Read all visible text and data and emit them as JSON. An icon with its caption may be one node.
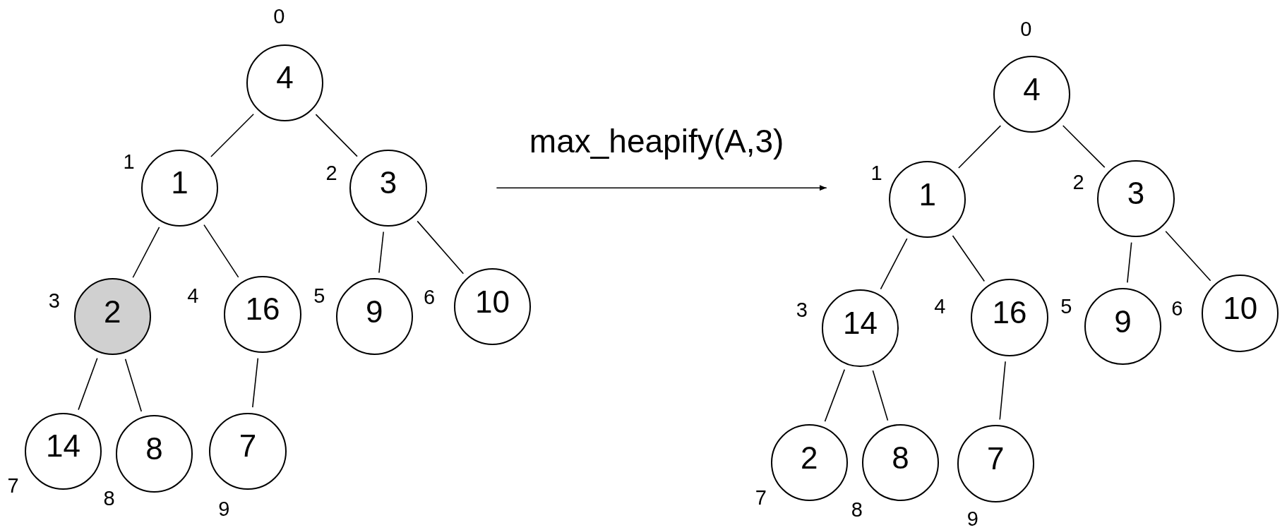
{
  "diagram": {
    "nodes": [
      {
        "text": [
          "4"
        ],
        "beside": [
          "0"
        ]
      },
      {
        "text": [
          "1"
        ],
        "beside": [
          "1"
        ]
      },
      {
        "text": [
          "3"
        ],
        "beside": [
          "2"
        ]
      },
      {
        "text": [
          "2"
        ],
        "beside": [
          "3"
        ]
      },
      {
        "text": [
          "16"
        ],
        "beside": [
          "4"
        ]
      },
      {
        "text": [
          "9"
        ],
        "beside": [
          "5"
        ]
      },
      {
        "text": [
          "10"
        ],
        "beside": [
          "6"
        ]
      },
      {
        "text": [
          "14"
        ],
        "beside": [
          "7"
        ]
      },
      {
        "text": [
          "8"
        ],
        "beside": [
          "8"
        ]
      },
      {
        "text": [
          "7"
        ],
        "beside": [
          "9"
        ]
      },
      {
        "text": [
          "4"
        ],
        "beside": [
          "0"
        ]
      },
      {
        "text": [
          "1"
        ],
        "beside": [
          "1"
        ]
      },
      {
        "text": [
          "3"
        ],
        "beside": [
          "2"
        ]
      },
      {
        "text": [
          "14"
        ],
        "beside": [
          "3"
        ]
      },
      {
        "text": [
          "16"
        ],
        "beside": [
          "4"
        ]
      },
      {
        "text": [
          "9"
        ],
        "beside": [
          "5"
        ]
      },
      {
        "text": [
          "10"
        ],
        "beside": [
          "6"
        ]
      },
      {
        "text": [
          "2"
        ],
        "beside": [
          "7"
        ]
      },
      {
        "text": [
          "8"
        ],
        "beside": [
          "8"
        ]
      },
      {
        "text": [
          "7"
        ],
        "beside": [
          "9"
        ]
      }
    ],
    "edges": [
      {
        "from": 0,
        "to": 1,
        "arrow": "none"
      },
      {
        "from": 0,
        "to": 2,
        "arrow": "none"
      },
      {
        "from": 1,
        "to": 3,
        "arrow": "none"
      },
      {
        "from": 1,
        "to": 4,
        "arrow": "none"
      },
      {
        "from": 2,
        "to": 5,
        "arrow": "none"
      },
      {
        "from": 2,
        "to": 6,
        "arrow": "none"
      },
      {
        "from": 3,
        "to": 7,
        "arrow": "none"
      },
      {
        "from": 3,
        "to": 8,
        "arrow": "none"
      },
      {
        "from": 4,
        "to": 9,
        "arrow": "none"
      },
      {
        "from": 10,
        "to": 11,
        "arrow": "none"
      },
      {
        "from": 10,
        "to": 12,
        "arrow": "none"
      },
      {
        "from": 11,
        "to": 13,
        "arrow": "none"
      },
      {
        "from": 11,
        "to": 14,
        "arrow": "none"
      },
      {
        "from": 12,
        "to": 15,
        "arrow": "none"
      },
      {
        "from": 12,
        "to": 16,
        "arrow": "none"
      },
      {
        "from": 13,
        "to": 17,
        "arrow": "none"
      },
      {
        "from": 13,
        "to": 18,
        "arrow": "none"
      },
      {
        "from": 14,
        "to": 19,
        "arrow": "none"
      }
    ],
    "labels": [
      "max_heapify(A,3)"
    ]
  }
}
